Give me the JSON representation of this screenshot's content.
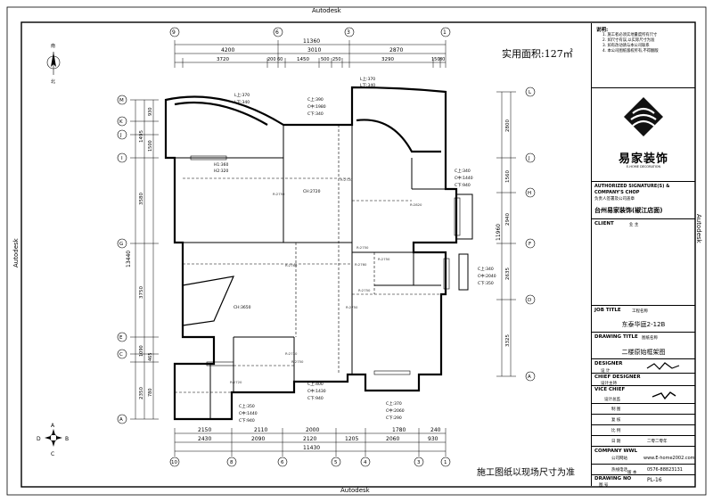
{
  "frame": {
    "autodesk_label": "Autodesk"
  },
  "plan": {
    "area_title": "实用面积:127㎡",
    "bottom_note": "施工图纸以现场尺寸为准",
    "compass_north_top": "南",
    "compass_north_bottom": "北",
    "compass_small": {
      "a": "A",
      "b": "B",
      "c": "C",
      "d": "D"
    },
    "top_dims_overall": "11360",
    "top_dims_row1": [
      "4200",
      "3010",
      "2870"
    ],
    "top_dims_row2": [
      "3720",
      "200",
      "60",
      "1450",
      "500",
      "250",
      "3290",
      "150",
      "80"
    ],
    "bottom_dims_row1": [
      "2150",
      "2110",
      "2000",
      "1780",
      "240"
    ],
    "bottom_dims_row2": [
      "2430",
      "2090",
      "2120",
      "1205",
      "2060",
      "930"
    ],
    "bottom_dims_overall": "11430",
    "left_dims_overall": "13440",
    "left_dims": [
      "1495",
      "3580",
      "3750",
      "1090",
      "2350"
    ],
    "left_dims_small": [
      "930",
      "1500",
      "465",
      "780"
    ],
    "right_dims_overall": "11960",
    "right_dims": [
      "2800",
      "1560",
      "2940",
      "2635",
      "3325"
    ],
    "grid_top": [
      "9",
      "6",
      "3",
      "1"
    ],
    "grid_bottom": [
      "10",
      "8",
      "6",
      "5",
      "4",
      "3",
      "1"
    ],
    "grid_left": [
      "M",
      "K",
      "J",
      "I",
      "G",
      "E",
      "C",
      "A"
    ],
    "grid_right": [
      "L",
      "J",
      "H",
      "F",
      "D",
      "A"
    ],
    "notes": {
      "n1": [
        "L上:370",
        "L下:340"
      ],
      "n2": [
        "C上:390",
        "C中:1980",
        "C下:340"
      ],
      "n3": [
        "L上:370",
        "L下:340"
      ],
      "n4": [
        "H1:360",
        "H2:320"
      ],
      "n5": [
        "C上:340",
        "C中:1440",
        "C下:940"
      ],
      "n6": [
        "C上:340",
        "C中:2040",
        "C下:350"
      ],
      "n7": [
        "C上:400",
        "C中:1430",
        "C下:940"
      ],
      "n8": [
        "C上:350",
        "C中:1440",
        "C下:940"
      ],
      "n9": [
        "C上:370",
        "C中:2060",
        "C下:290"
      ],
      "ceil1": "CH:2720",
      "ceil2": "CH:3650",
      "misc": [
        "R:2750",
        "R:2720",
        "R:2820",
        "R:2750",
        "R:2760",
        "R:2750",
        "R:2750",
        "R:2750",
        "R:2760",
        "R:2730",
        "R:2720",
        "R:2750"
      ]
    }
  },
  "titleblock": {
    "notes_header": "说明:",
    "notes": [
      "1. 施工者必须实地量度所有尺寸",
      "2. 如尺寸有误,以实际尺寸为准",
      "3. 如有改动请与本公司联系",
      "4. 本公司图纸版权所有,不得翻版"
    ],
    "logo_text": "易家装饰",
    "logo_sub": "E-HOME DECORATION",
    "sig_label": "AUTHORIZED SIGNATURE(S) & COMPANY'S CHOP",
    "sig_cn": "负责人签署及公司盖章",
    "company": "台州易家装饰(椒江店面)",
    "client_label": "CLIENT",
    "client_cn": "业  主",
    "job_label": "JOB TITLE",
    "job_cn": "工程名称",
    "job_value": "东泰华庭2-12B",
    "drawing_label": "DRAWING TITLE",
    "drawing_cn": "图纸名称",
    "drawing_value": "二楼原始框架图",
    "designer_label": "DESIGNER",
    "designer_cn": "设  计",
    "chief_label": "CHIEF DESIGNER",
    "chief_cn": "设计主持",
    "vice_label": "VICE CHIEF",
    "vice_cn": "设计总监",
    "row_labels": [
      "制  图",
      "复  核",
      "比  例",
      "日  期"
    ],
    "date_value": "二零二零年",
    "url_label": "COMPANY WWL",
    "url_cn": "公司网站",
    "url_value": "www.E-home2002.com",
    "phone_label": "热线电话",
    "phone_value": "0576-88823131",
    "drawing_no_label": "DRAWING NO",
    "drawing_no_cn": "图  号",
    "drawing_no_value": "PL-16",
    "ver_cn": "版  本"
  }
}
